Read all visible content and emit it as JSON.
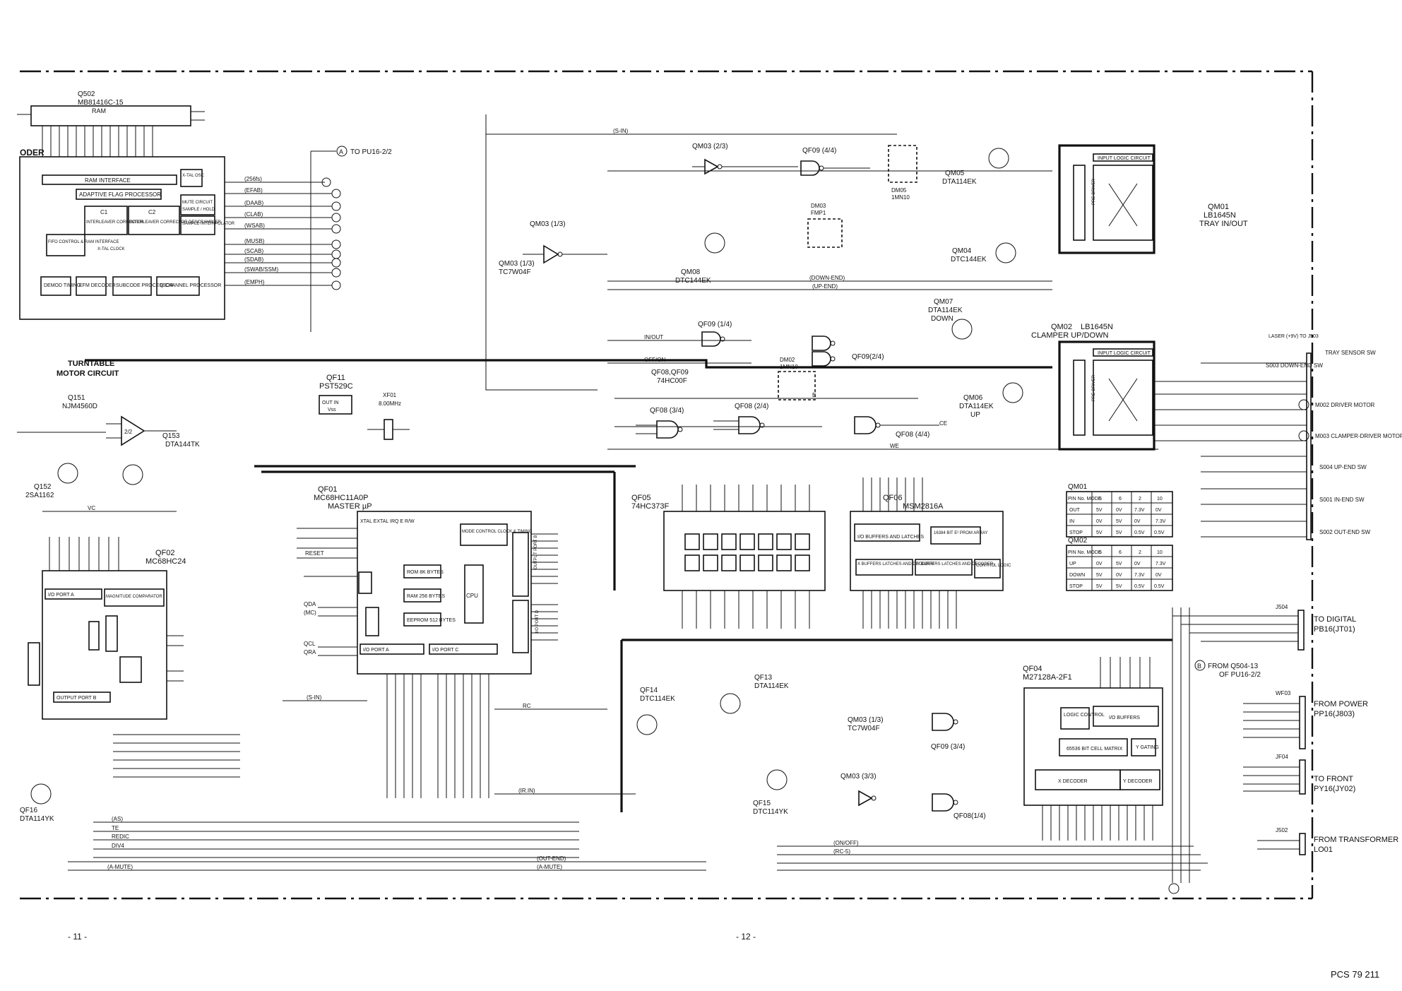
{
  "refs": {
    "q502": "Q502",
    "q502_part": "MB81416C-15",
    "ram": "RAM",
    "decoder": "ODER",
    "ram_interface": "RAM INTERFACE",
    "adaptive": "ADAPTIVE FLAG PROCESSOR",
    "c1": "C1",
    "c1_sub": "INTERLEAVER CORRECTOR",
    "c2": "C2",
    "c2_sub": "INTERLEAVER CORRECTOR DESCRAMBLER",
    "mute": "MUTE CIRCUIT",
    "sample_hold": "SAMPLE / HOLD",
    "sample_interp": "SAMPLE INTER-POLATOR",
    "fifo": "FIFO CONTROL & RAM INTERFACE",
    "xtal_clock": "X-TAL CLOCK",
    "demod": "DEMOD TIMING",
    "efm": "EFM DECODER",
    "subcode": "SUBCODE PROCESSOR",
    "qchannel": "Q CHANNEL PROCESSOR",
    "xtal": "X-TAL OSC",
    "to_pu16": "TO PU16-2/2",
    "turntable": "TURNTABLE",
    "motor_circuit": "MOTOR CIRCUIT",
    "q151": "Q151",
    "q151_part": "NJM4560D",
    "q153": "Q153",
    "q153_part": "DTA144TK",
    "q152": "Q152",
    "q152_part": "2SA1162",
    "qf02": "QF02",
    "qf02_part": "MC68HC24",
    "io_port_a": "I/O PORT A",
    "magnitude": "MAGNITUDE COMPARATOR",
    "output_port_b": "OUTPUT PORT B",
    "qf16": "QF16",
    "qf16_part": "DTA114YK",
    "qf11": "QF11",
    "qf11_part": "PST529C",
    "xf01": "XF01",
    "xf01_val": "8.00MHz",
    "qf01": "QF01",
    "qf01_part": "MC68HC11A0P",
    "qf01_role": "MASTER µP",
    "mode_control": "MODE CONTROL CLOCK & TIMING",
    "rom": "ROM 8K BYTES",
    "ram256": "RAM 256 BYTES",
    "eeprom": "EEPROM 512 BYTES",
    "cpu": "CPU",
    "output_port_b2": "OUTPUT PORT B",
    "io_port_d": "I/O PORT D",
    "io_port_a2": "I/O PORT A",
    "io_port_c": "I/O PORT C",
    "qm03_13": "QM03 (1/3)",
    "qm03_part": "TC7W04F",
    "qm03_23": "QM03 (2/3)",
    "qm03_33": "QM03 (3/3)",
    "qm08": "QM08",
    "qm08_part": "DTC144EK",
    "qf09_44": "QF09 (4/4)",
    "qf09_14": "QF09 (1/4)",
    "qf09_24": "QF09(2/4)",
    "qf09_34": "QF09 (3/4)",
    "qf08_qf09": "QF08,QF09",
    "qf08_qf09_part": "74HC00F",
    "qf08_34": "QF08 (3/4)",
    "qf08_24": "QF08 (2/4)",
    "qf08_44": "QF08 (4/4)",
    "qf08_14": "QF08(1/4)",
    "dm05": "DM05",
    "dm05_part": "1MN10",
    "dm03": "DM03",
    "dm03_part": "FMP1",
    "dm02": "DM02",
    "dm02_part": "1MN10",
    "qm05": "QM05",
    "qm05_part": "DTA114EK",
    "qm04": "QM04",
    "qm04_part": "DTC144EK",
    "qm07": "QM07",
    "qm07_part": "DTA114EK",
    "qm07_role": "DOWN",
    "qm06": "QM06",
    "qm06_part": "DTA114EK",
    "qm06_role": "UP",
    "qm01": "QM01",
    "qm01_part": "LB1645N",
    "qm01_role": "TRAY IN/OUT",
    "qm02": "QM02",
    "qm02_part": "LB1645N",
    "qm02_role": "CLAMPER UP/DOWN",
    "input_logic": "INPUT LOGIC CIRCUIT",
    "pre_driver": "PRE-DRIVER",
    "qf05": "QF05",
    "qf05_part": "74HC373F",
    "qf06": "QF06",
    "qf06_part": "MSM2816A",
    "io_buffers_latches": "I/O BUFFERS AND LATCHES",
    "e2prom": "16384 BIT E² PROM ARRAY",
    "x_buffers": "X BUFFERS LATCHES AND DECODER",
    "y_buffers": "Y BUFFERS LATCHES AND DECODER",
    "control_logic": "CONTROL LOGIC",
    "qf04": "QF04",
    "qf04_part": "M27128A-2F1",
    "logic_control": "LOGIC CONTROL",
    "io_buffers": "I/O BUFFERS",
    "cell_matrix": "65536 BIT CELL MATRIX",
    "y_gating": "Y GATING",
    "x_decoder": "X DECODER",
    "y_decoder": "Y DECODER",
    "qf14": "QF14",
    "qf14_part": "DTC114EK",
    "qf13": "QF13",
    "qf13_part": "DTA114EK",
    "qf15": "QF15",
    "qf15_part": "DTC114YK"
  },
  "connectors": {
    "tray_sensor": "TRAY SENSOR SW",
    "s003": "S003 DOWN-END SW",
    "m002": "M002 DRIVER MOTOR",
    "m003": "M003 CLAMPER-DRIVER MOTOR",
    "s004": "S004 UP-END SW",
    "s001": "S001 IN-END SW",
    "s002": "S002 OUT-END SW",
    "laser": "LASER (+9V) TO J503",
    "to_digital": "TO DIGITAL",
    "to_digital_sub": "PB16(JT01)",
    "from_q504": "FROM Q504-13",
    "from_q504_sub": "OF PU16-2/2",
    "from_power": "FROM POWER",
    "from_power_sub": "PP16(J803)",
    "to_front": "TO FRONT",
    "to_front_sub": "PY16(JY02)",
    "from_transformer": "FROM TRANSFORMER",
    "from_transformer_sub": "LO01",
    "j504": "J504",
    "wf03": "WF03",
    "jf04": "JF04",
    "j502": "J502"
  },
  "tables": {
    "qm01": {
      "title": "QM01",
      "header": [
        "PIN No. MODE",
        "5",
        "6",
        "2",
        "10"
      ],
      "rows": [
        [
          "OUT",
          "5V",
          "0V",
          "7.3V",
          "0V"
        ],
        [
          "IN",
          "0V",
          "5V",
          "0V",
          "7.3V"
        ],
        [
          "STOP",
          "5V",
          "5V",
          "0.5V",
          "0.5V"
        ]
      ]
    },
    "qm02": {
      "title": "QM02",
      "header": [
        "PIN No. MODE",
        "5",
        "6",
        "2",
        "10"
      ],
      "rows": [
        [
          "UP",
          "0V",
          "5V",
          "0V",
          "7.3V"
        ],
        [
          "DOWN",
          "5V",
          "0V",
          "7.3V",
          "0V"
        ],
        [
          "STOP",
          "5V",
          "5V",
          "0.5V",
          "0.5V"
        ]
      ]
    }
  },
  "signals": {
    "s256fs": "(256fs)",
    "efab": "(EFAB)",
    "daab": "(DAAB)",
    "clab": "(CLAB)",
    "wsab": "(WSAB)",
    "musb": "(MUSB)",
    "scab": "(SCAB)",
    "sdab": "(SDAB)",
    "swab": "(SWAB/SSM)",
    "emph": "(EMPH)",
    "s_in": "(S-IN)",
    "down_end": "(DOWN-END)",
    "up_end": "(UP-END)",
    "in_out": "IN/OUT",
    "off_on": "OFF/ON",
    "e": "E",
    "rw": "R/W",
    "ce": "CE",
    "we": "WE",
    "rc": "RC",
    "ir_in": "(IR.IN)",
    "as": "(AS)",
    "te": "TE",
    "redic": "REDIC",
    "div4": "DIV4",
    "out_end": "(OUT-END)",
    "a_mute": "(A-MUTE)",
    "on_off": "(ON/OFF)",
    "rc5": "(RC-5)",
    "mc": "(MC)",
    "reset": "RESET",
    "qda": "QDA",
    "qcl": "QCL",
    "qra": "QRA",
    "irq": "IRQ",
    "vc": "VC"
  },
  "page": {
    "left_no": "- 11 -",
    "center_no": "- 12 -",
    "code": "PCS 79 211"
  }
}
